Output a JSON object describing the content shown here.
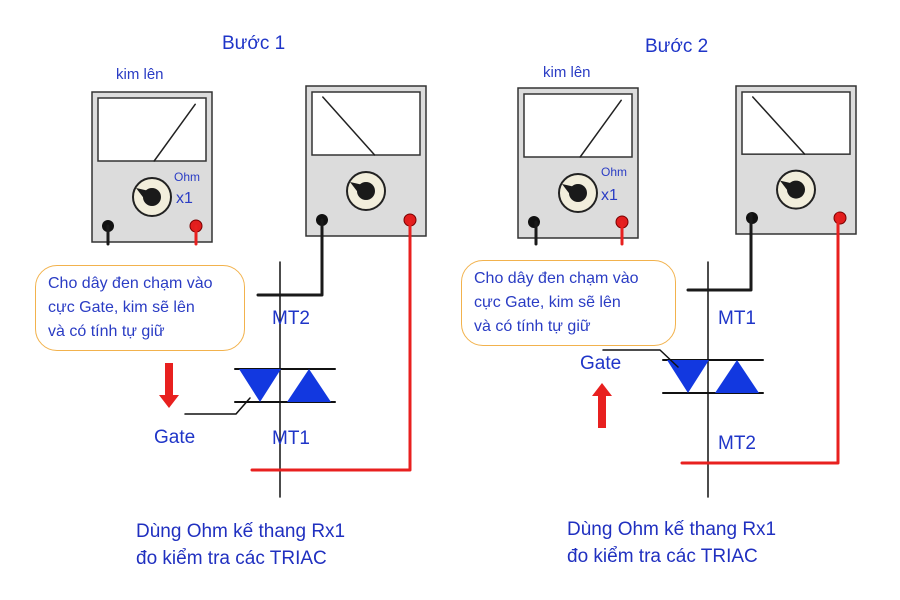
{
  "colors": {
    "text": "#1f35c8",
    "wire_red": "#e8201f",
    "wire_black": "#1a1a1a",
    "triac": "#1238e0",
    "note_border": "#f2b24d",
    "meter_body": "#dcdcdc",
    "arrow": "#e8201f"
  },
  "step1": {
    "title": "Bước 1",
    "needle_label": "kim lên",
    "range_unit": "Ohm",
    "range_mult": "x1",
    "note_lines": [
      "Cho dây đen chạm vào",
      "cực Gate, kim sẽ lên",
      "và có tính tự giữ"
    ],
    "top_terminal": "MT2",
    "bottom_terminal": "MT1",
    "gate_label": "Gate",
    "gate_arrow": "down-arrow",
    "caption_lines": [
      "Dùng Ohm kế thang Rx1",
      "đo kiểm tra các TRIAC"
    ]
  },
  "step2": {
    "title": "Bước 2",
    "needle_label": "kim lên",
    "range_unit": "Ohm",
    "range_mult": "x1",
    "note_lines": [
      "Cho dây đen chạm vào",
      "cực Gate, kim sẽ lên",
      "và có tính tự giữ"
    ],
    "top_terminal": "MT1",
    "bottom_terminal": "MT2",
    "gate_label": "Gate",
    "gate_arrow": "up-arrow",
    "caption_lines": [
      "Dùng Ohm kế thang Rx1",
      "đo kiểm tra các TRIAC"
    ]
  }
}
